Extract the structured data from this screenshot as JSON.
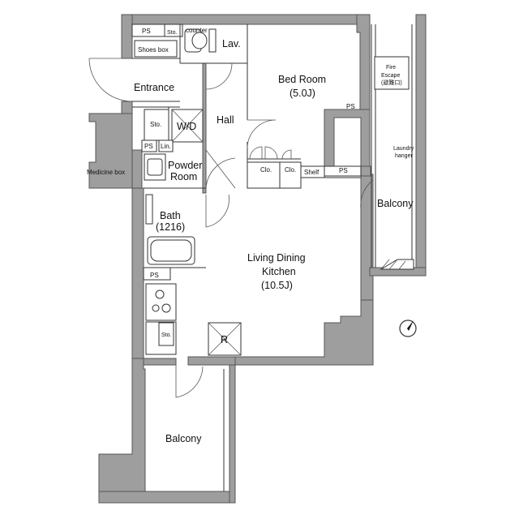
{
  "labels": {
    "ps_top": "PS",
    "sto_top": "Sto.",
    "counter": "counter",
    "lav": "Lav.",
    "shoes_box": "Shoes box",
    "entrance": "Entrance",
    "bedroom": "Bed Room",
    "bedroom_size": "(5.0J)",
    "sto_wd": "Sto.",
    "wd": "W/D",
    "hall": "Hall",
    "ps_left": "PS",
    "lin": "Lin.",
    "powder_1": "Powder",
    "powder_2": "Room",
    "medicine_box": "Medicine box",
    "clo_1": "Clo.",
    "clo_2": "Clo.",
    "shelf": "Shelf",
    "ps_shelf": "PS",
    "ps_bed": "PS",
    "fire_1": "Fire",
    "fire_2": "Escape",
    "fire_3": "(避難口)",
    "laundry_1": "Laundry",
    "laundry_2": "hanger",
    "balcony_right": "Balcony",
    "bath_1": "Bath",
    "bath_2": "(1216)",
    "ldk_1": "Living Dining",
    "ldk_2": "Kitchen",
    "ldk_3": "(10.5J)",
    "ps_kitchen": "PS",
    "sto_kitchen": "Sto.",
    "fridge": "R",
    "balcony_bottom": "Balcony"
  },
  "icons": {
    "north": "north-arrow-icon",
    "stove": "stove-burner-icon",
    "fire_escape": "fire-escape-hatch-icon"
  }
}
